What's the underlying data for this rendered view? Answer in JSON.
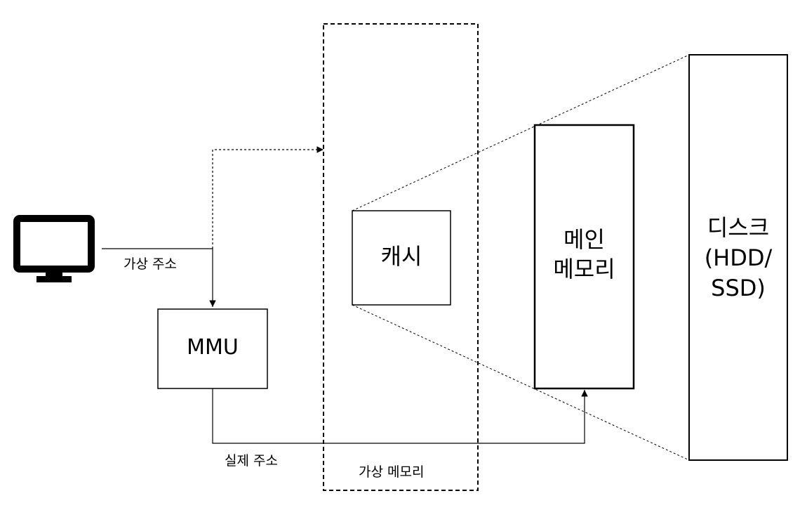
{
  "labels": {
    "virtual_address": "가상 주소",
    "physical_address": "실제 주소",
    "virtual_memory": "가상 메모리",
    "mmu": "MMU",
    "cache": "캐시",
    "main_memory_line1": "메인",
    "main_memory_line2": "메모리",
    "disk_line1": "디스크",
    "disk_line2": "(HDD/",
    "disk_line3": "SSD)"
  },
  "icons": {
    "computer": "monitor-icon"
  },
  "colors": {
    "line": "#000000",
    "background": "#ffffff"
  }
}
